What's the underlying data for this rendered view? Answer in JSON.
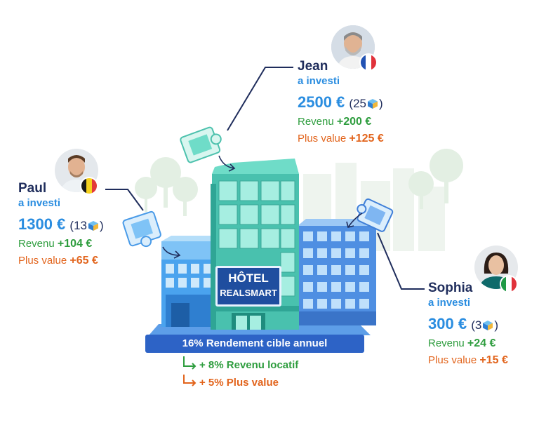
{
  "hotel": {
    "line1": "HÔTEL",
    "line2": "REALSMART"
  },
  "banner": {
    "text": "16% Rendement cible annuel"
  },
  "breakdown": {
    "line1": "+ 8% Revenu locatif",
    "line2": "+ 5% Plus value"
  },
  "investors": [
    {
      "name": "Jean",
      "invest_label": "a investi",
      "amount": "2500 €",
      "parts_open": "(25",
      "parts_close": ")",
      "revenue_label": "Revenu",
      "revenue_value": "+200 €",
      "pv_label": "Plus value",
      "pv_value": "+125 €",
      "flag": "france"
    },
    {
      "name": "Paul",
      "invest_label": "a investi",
      "amount": "1300 €",
      "parts_open": "(13",
      "parts_close": ")",
      "revenue_label": "Revenu",
      "revenue_value": "+104 €",
      "pv_label": "Plus value",
      "pv_value": "+65 €",
      "flag": "belgium"
    },
    {
      "name": "Sophia",
      "invest_label": "a investi",
      "amount": "300 €",
      "parts_open": "(3",
      "parts_close": ")",
      "revenue_label": "Revenu",
      "revenue_value": "+24 €",
      "pv_label": "Plus value",
      "pv_value": "+15 €",
      "flag": "italy"
    }
  ],
  "colors": {
    "dark_navy": "#1f2d5c",
    "blue": "#2a8de0",
    "green": "#2e9d3e",
    "orange": "#e2641c",
    "teal": "#5fd1bf",
    "banner": "#2d63c6"
  },
  "icons": {
    "share": "cube-icon",
    "puzzle": "puzzle-piece-icon"
  }
}
